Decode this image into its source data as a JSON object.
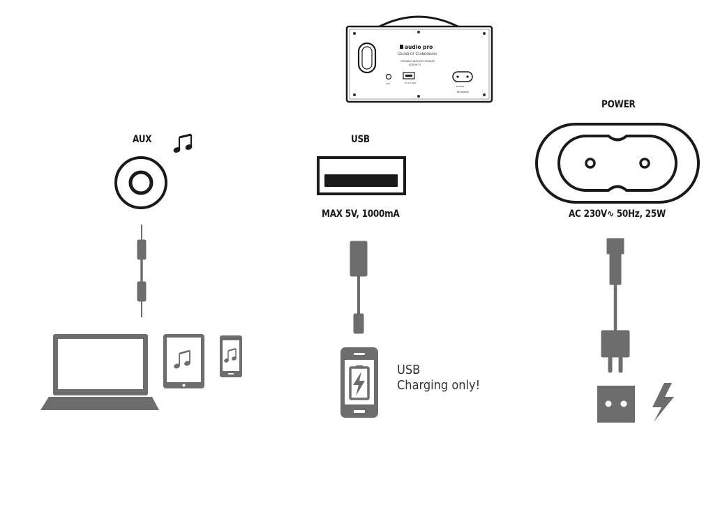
{
  "device": {
    "brand": "audio pro",
    "tagline": "SOUND OF SCANDINAVIA",
    "model_line1": "PORTABLE WIRELESS SPEAKER",
    "model_line2": "ADDON T3",
    "port_aux": "AUX",
    "port_usb": "5V\n1A MAX",
    "port_power": "POWER",
    "port_bt": "Bluetooth"
  },
  "aux": {
    "title": "AUX"
  },
  "usb": {
    "title": "USB",
    "spec": "MAX 5V, 1000mA",
    "note_line1": "USB",
    "note_line2": "Charging only!"
  },
  "power": {
    "title": "POWER",
    "spec": "AC 230V∿ 50Hz, 25W"
  },
  "colors": {
    "line": "#1a1a1a",
    "grey": "#6d6d6d",
    "white": "#ffffff"
  }
}
